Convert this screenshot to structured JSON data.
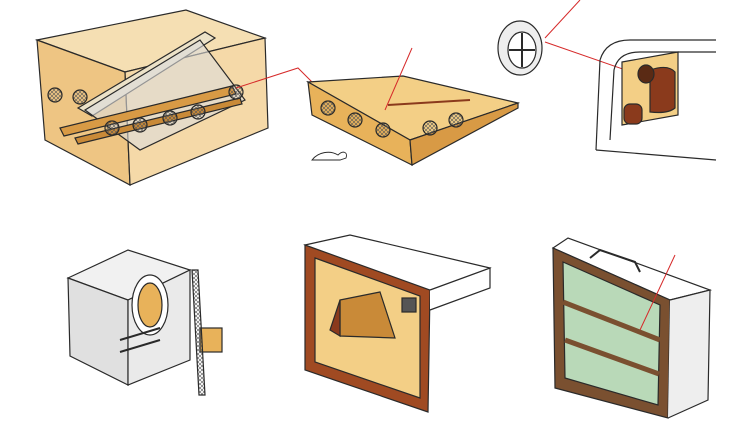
{
  "sheet": {
    "sketches": [
      {
        "id": "crate-with-window-frame",
        "kind": "illustration"
      },
      {
        "id": "wedge-trough-with-vents",
        "kind": "illustration"
      },
      {
        "id": "round-vent-and-door-detail",
        "kind": "illustration"
      },
      {
        "id": "metal-box-with-round-hatch",
        "kind": "illustration"
      },
      {
        "id": "wood-panel-with-chute",
        "kind": "illustration"
      },
      {
        "id": "framed-glass-window",
        "kind": "illustration"
      }
    ],
    "colors": {
      "wood": "#e8b25a",
      "wood_light": "#f3cf86",
      "wood_dark": "#b97a2a",
      "brown": "#8a3a1c",
      "ink": "#2a2a2a",
      "red_line": "#d62a2a",
      "glass": "#b9d9b8",
      "metal": "#e6e6e6"
    }
  }
}
